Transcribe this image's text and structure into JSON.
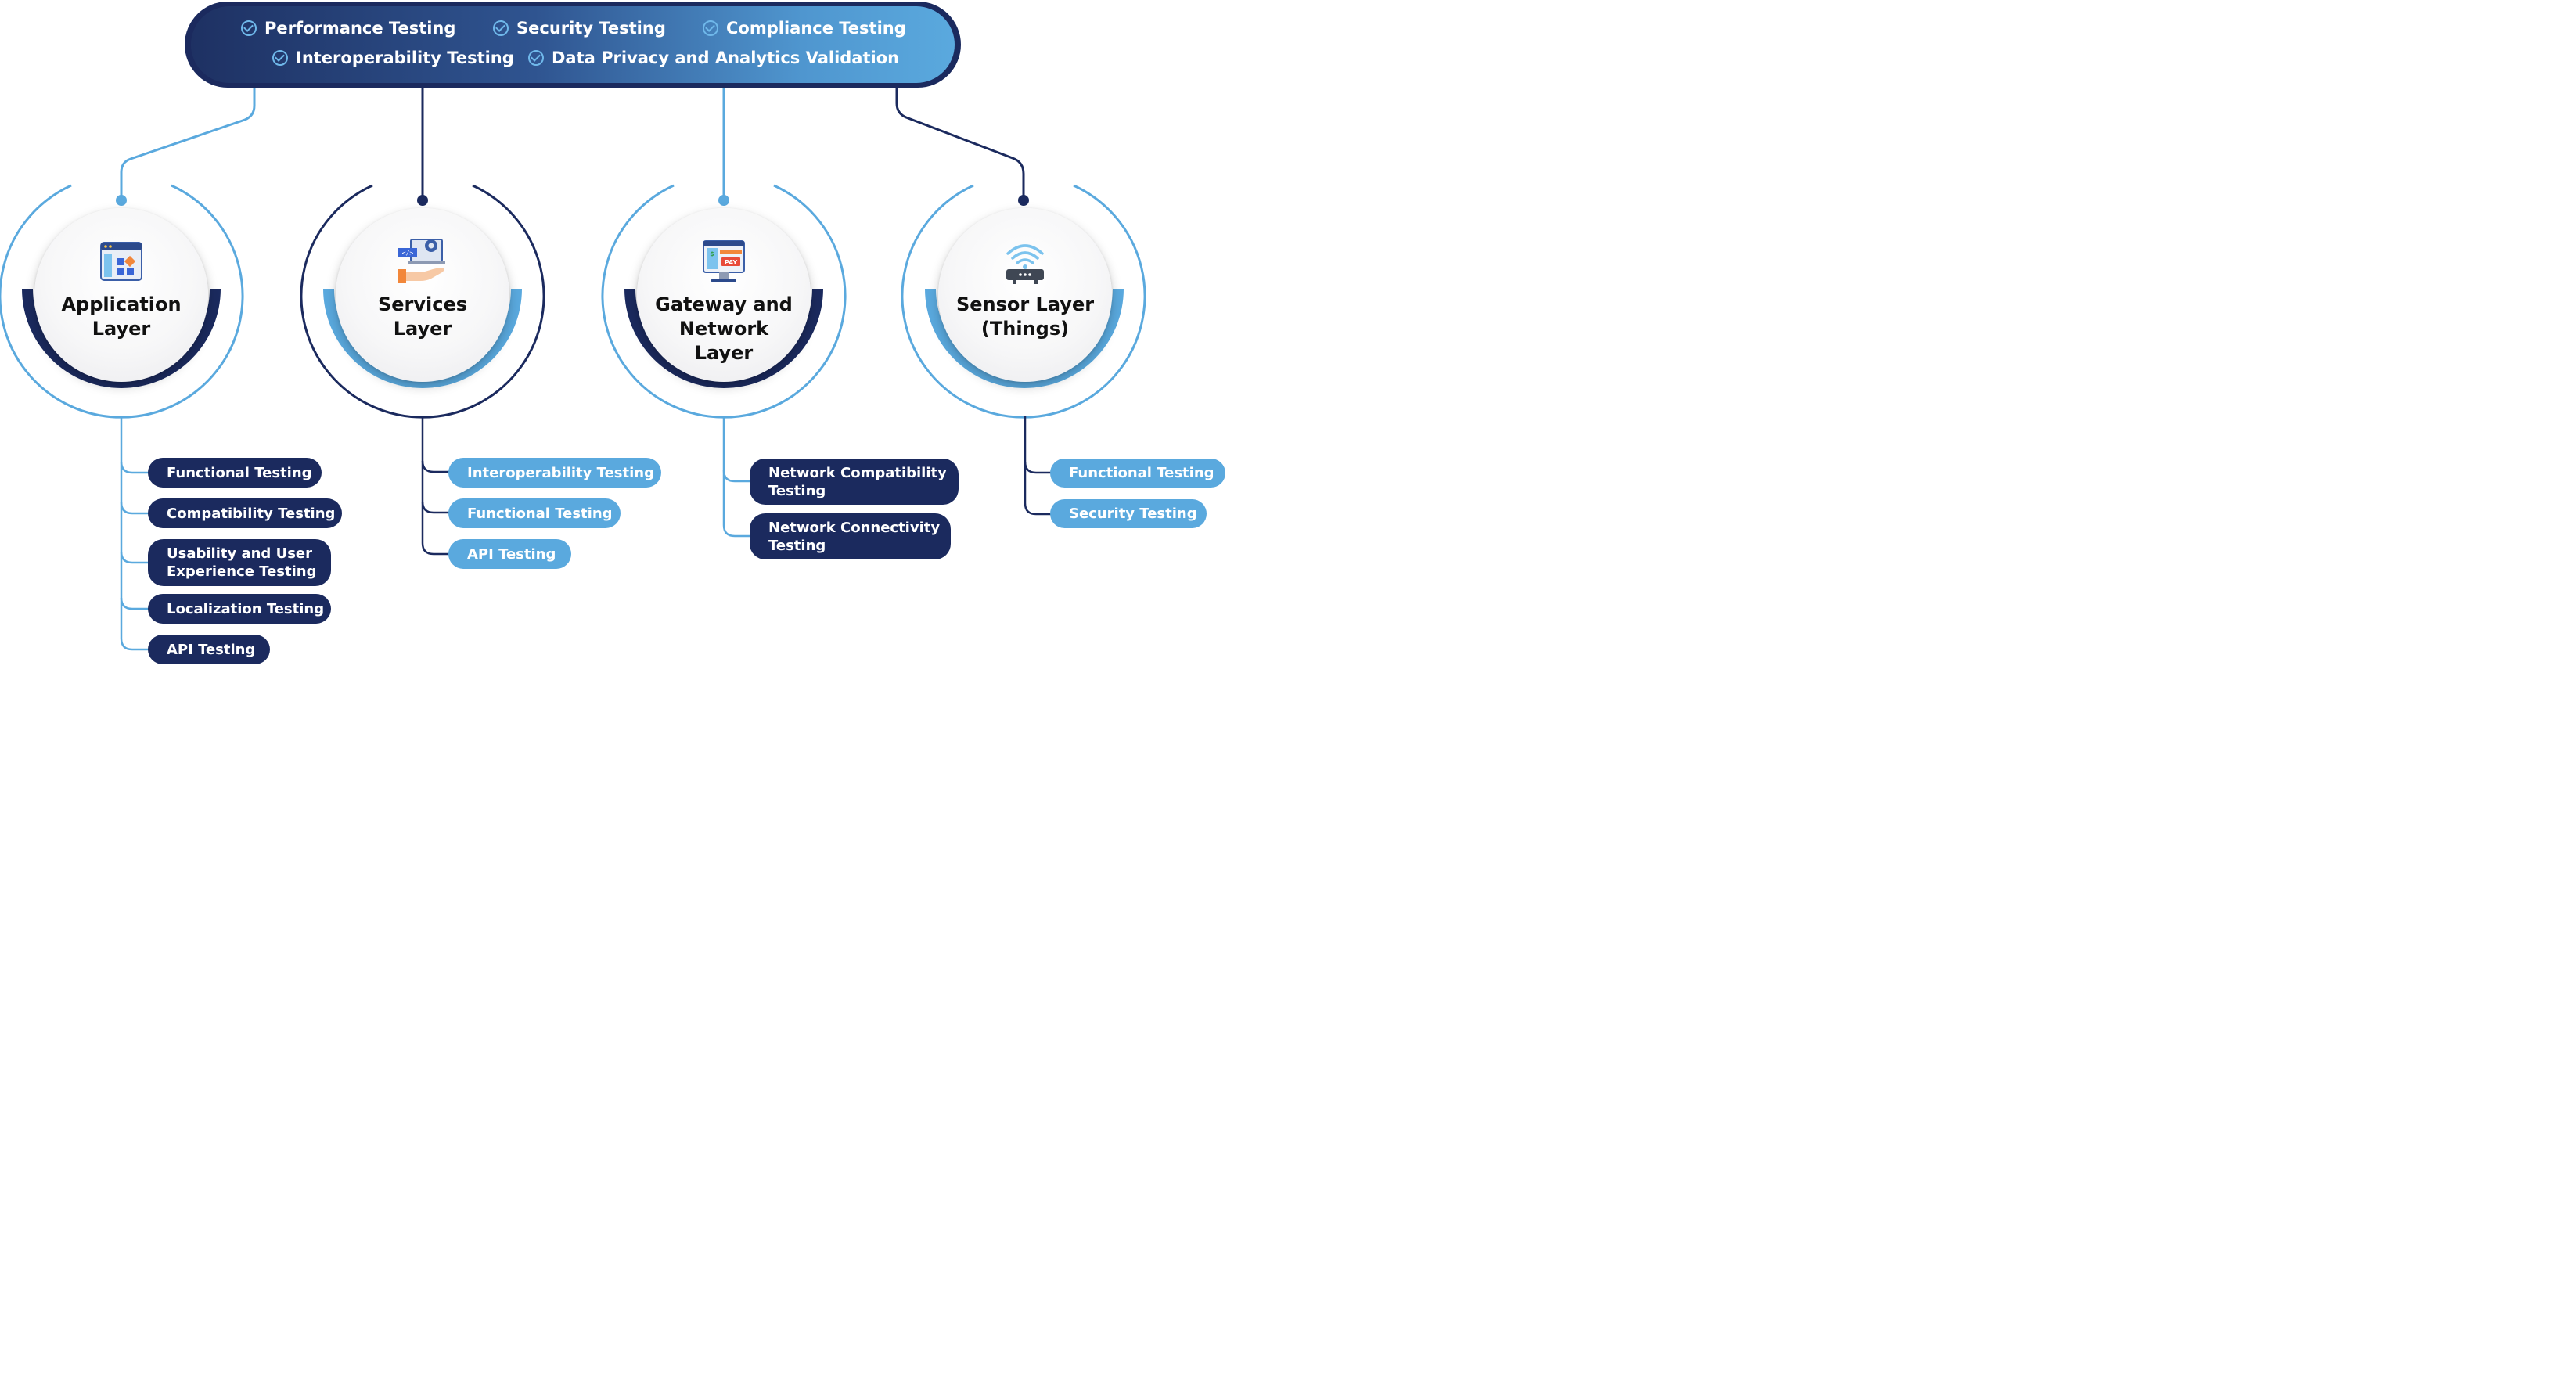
{
  "banner": {
    "items": [
      "Performance Testing",
      "Security Testing",
      "Compliance Testing",
      "Interoperability Testing",
      "Data Privacy and Analytics Validation"
    ]
  },
  "colors": {
    "dark": "#1b2a5e",
    "light": "#5aa9de"
  },
  "layers": [
    {
      "title": "Application\nLayer",
      "icon": "app-window-icon",
      "items": [
        "Functional Testing",
        "Compatibility Testing",
        "Usability and User\nExperience Testing",
        "Localization Testing",
        "API Testing"
      ]
    },
    {
      "title": "Services\nLayer",
      "icon": "code-gear-hand-icon",
      "items": [
        "Interoperability Testing",
        "Functional Testing",
        "API Testing"
      ]
    },
    {
      "title": "Gateway and\nNetwork\nLayer",
      "icon": "payment-monitor-icon",
      "items": [
        "Network Compatibility\nTesting",
        "Network Connectivity\nTesting"
      ]
    },
    {
      "title": "Sensor Layer\n(Things)",
      "icon": "wifi-router-icon",
      "items": [
        "Functional Testing",
        "Security Testing"
      ]
    }
  ],
  "icon_text": {
    "pay": "PAY",
    "dollar": "$",
    "code": "</>"
  }
}
